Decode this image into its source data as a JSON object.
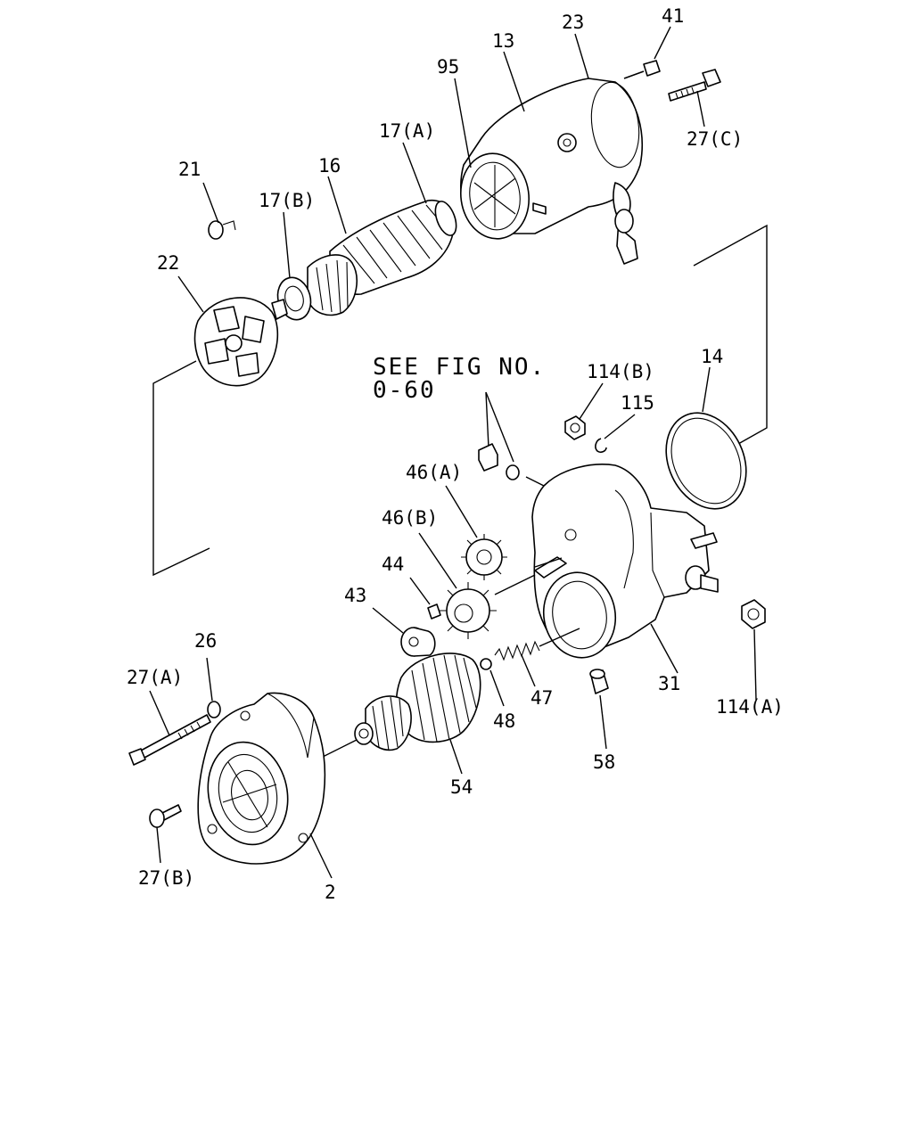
{
  "note": {
    "line1": "SEE FIG NO.",
    "line2": "0-60"
  },
  "callouts": {
    "c2": "2",
    "c13": "13",
    "c14": "14",
    "c16": "16",
    "c17a": "17(A)",
    "c17b": "17(B)",
    "c21": "21",
    "c22": "22",
    "c23": "23",
    "c26": "26",
    "c27a": "27(A)",
    "c27b": "27(B)",
    "c27c": "27(C)",
    "c31": "31",
    "c41": "41",
    "c43": "43",
    "c44": "44",
    "c46a": "46(A)",
    "c46b": "46(B)",
    "c47": "47",
    "c48": "48",
    "c54": "54",
    "c58": "58",
    "c95": "95",
    "c114a": "114(A)",
    "c114b": "114(B)",
    "c115": "115"
  }
}
